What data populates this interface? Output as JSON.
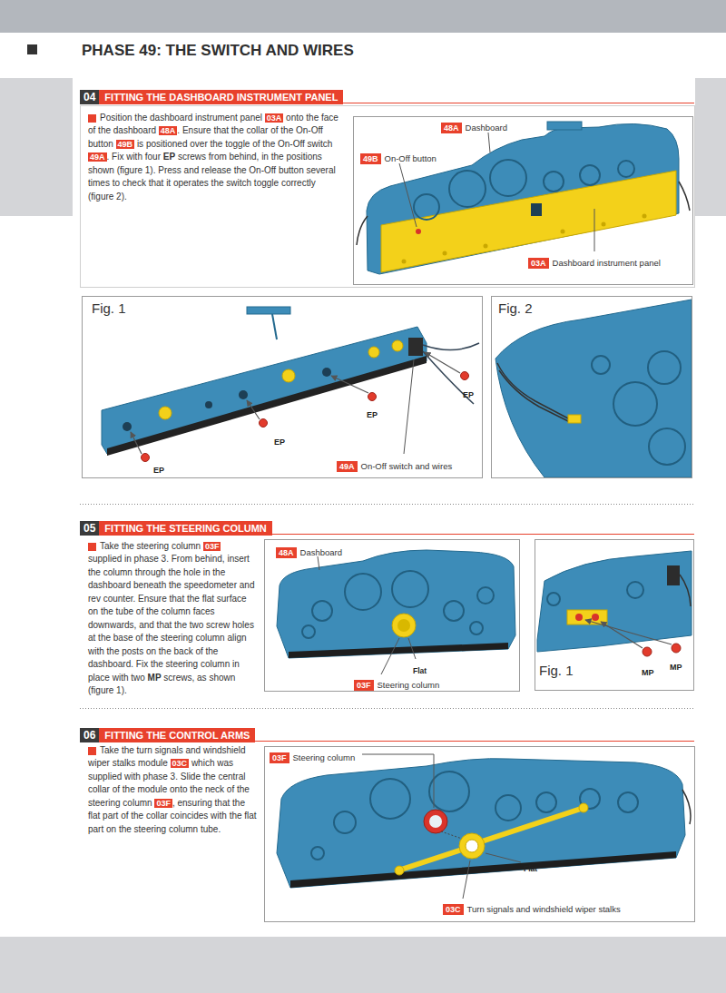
{
  "diagram": {
    "title": "PHASE 49: THE SWITCH AND WIRES",
    "nodes": [
      {
        "text": [
          "04",
          "FITTING THE DASHBOARD INSTRUMENT PANEL",
          "Position the dashboard instrument panel 03A onto the face of the dashboard 48A. Ensure that the collar of the On-Off button 49B is positioned over the toggle of the On-Off switch 49A. Fix with four EP screws from behind, in the positions shown (figure 1). Press and release the On-Off button several times to check that it operates the switch toggle correctly (figure 2)."
        ]
      },
      {
        "text": [
          "48A",
          "Dashboard"
        ],
        "in": 0
      },
      {
        "text": [
          "49B",
          "On-Off button"
        ],
        "in": 0
      },
      {
        "text": [
          "03A",
          "Dashboard instrument panel"
        ],
        "in": 0
      },
      {
        "text": [
          "Fig. 1"
        ],
        "in": 0
      },
      {
        "text": [
          "49A",
          "On-Off switch and wires"
        ],
        "in": 4
      },
      {
        "text": [
          "Fig. 2"
        ],
        "in": 0
      },
      {
        "text": [
          "05",
          "FITTING THE STEERING COLUMN",
          "Take the steering column 03F supplied in phase 3. From behind, insert the column through the hole in the dashboard beneath the speedometer and rev counter. Ensure that the flat surface on the tube of the column faces downwards, and that the two screw holes at the base of the steering column align with the posts on the back of the dashboard. Fix the steering column in place with two MP screws, as shown (figure 1)."
        ]
      },
      {
        "text": [
          "48A",
          "Dashboard"
        ],
        "in": 7
      },
      {
        "text": [
          "03F",
          "Steering column"
        ],
        "in": 7
      },
      {
        "text": [
          "Fig. 1"
        ],
        "in": 7
      },
      {
        "text": [
          "06",
          "FITTING THE CONTROL ARMS",
          "Take the turn signals and windshield wiper stalks module 03C which was supplied with phase 3. Slide the central collar of the module onto the neck of the steering column 03F, ensuring that the flat part of the collar coincides with the flat part on the steering column tube."
        ]
      },
      {
        "text": [
          "03F",
          "Steering column"
        ],
        "in": 11
      },
      {
        "text": [
          "03C",
          "Turn signals and windshield wiper stalks"
        ],
        "in": 11
      }
    ],
    "labels": [
      "EP",
      "EP",
      "EP",
      "EP",
      "Flat",
      "MP",
      "MP",
      "Flat"
    ]
  }
}
